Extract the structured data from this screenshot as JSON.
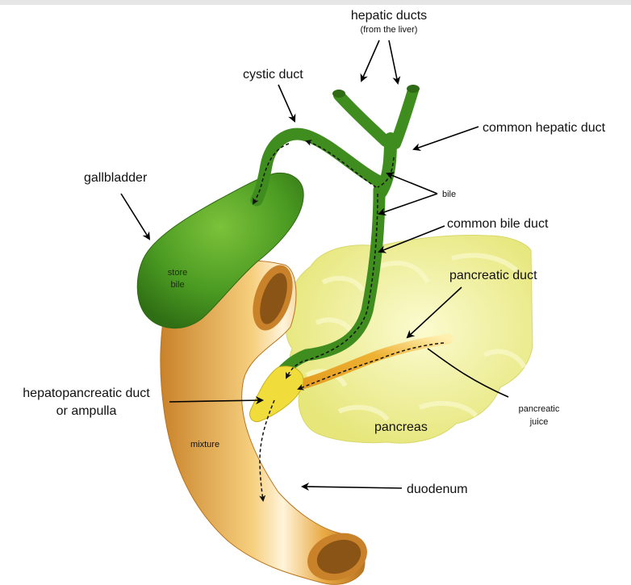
{
  "labels": {
    "hepatic_ducts": "hepatic ducts",
    "hepatic_ducts_sub": "(from the liver)",
    "cystic_duct": "cystic duct",
    "common_hepatic_duct": "common hepatic duct",
    "gallbladder": "gallbladder",
    "bile": "bile",
    "common_bile_duct": "common bile duct",
    "store_bile_1": "store",
    "store_bile_2": "bile",
    "pancreatic_duct": "pancreatic duct",
    "pancreatic_juice_1": "pancreatic",
    "pancreatic_juice_2": "juice",
    "hepatopancreatic_1": "hepatopancreatic duct",
    "hepatopancreatic_2": "or ampulla",
    "pancreas": "pancreas",
    "mixture": "mixture",
    "duodenum": "duodenum"
  },
  "colors": {
    "duct_green": "#3f8c1f",
    "gallbladder_green": "#3c8a1e",
    "pancreas_yellow": "#f1f19a",
    "duodenum_orange": "#e8a63c",
    "ampulla_yellow": "#f0dc3a",
    "pancreatic_duct_orange": "#e5962a"
  }
}
